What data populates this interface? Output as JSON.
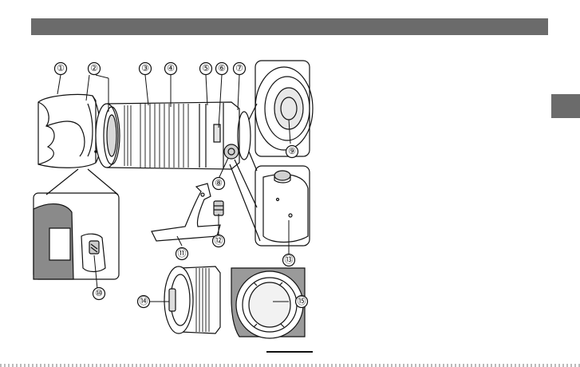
{
  "page": {
    "header_color": "#6b6b6b",
    "tab_color": "#6b6b6b"
  },
  "callouts": [
    {
      "id": "c1",
      "label": "①"
    },
    {
      "id": "c2",
      "label": "②"
    },
    {
      "id": "c3",
      "label": "③"
    },
    {
      "id": "c4",
      "label": "④"
    },
    {
      "id": "c5",
      "label": "⑤"
    },
    {
      "id": "c6",
      "label": "⑥"
    },
    {
      "id": "c7",
      "label": "⑦"
    },
    {
      "id": "c8",
      "label": "⑧"
    },
    {
      "id": "c9",
      "label": "⑨"
    },
    {
      "id": "c10",
      "label": "⑩"
    },
    {
      "id": "c11",
      "label": "⑪"
    },
    {
      "id": "c12",
      "label": "⑫"
    },
    {
      "id": "c13",
      "label": "⑬"
    },
    {
      "id": "c14",
      "label": "⑭"
    },
    {
      "id": "c15",
      "label": "⑮"
    }
  ]
}
